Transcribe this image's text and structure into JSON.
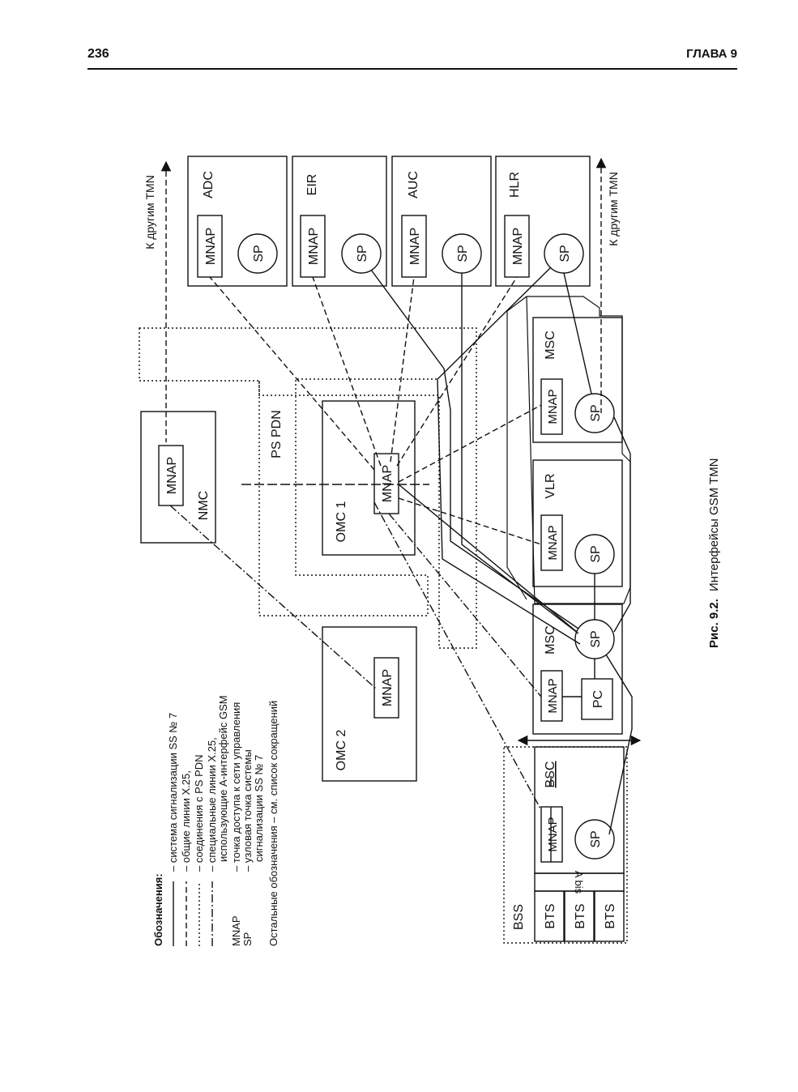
{
  "header": {
    "page_number": "236",
    "chapter": "ГЛАВА 9"
  },
  "figure": {
    "caption_number": "Рис. 9.2.",
    "caption_text": "Интерфейсы GSM TMN",
    "ps_pdn": "PS PDN",
    "tmn_top": "К другим TMN",
    "tmn_bottom": "К другим TMN",
    "nodes": {
      "adc": "ADC",
      "eir": "EIR",
      "auc": "AUC",
      "hlr": "HLR",
      "nmc": "NMC",
      "omc1": "OMC 1",
      "omc2": "OMC 2",
      "msc_a": "MSC",
      "vlr": "VLR",
      "msc_b": "MSC",
      "bss": "BSS",
      "bsc": "BSC",
      "abis": "A bis",
      "bts": "BTS",
      "pc": "PC"
    },
    "mnap": "MNAP",
    "sp": "SP"
  },
  "legend": {
    "title": "Обозначения:",
    "lines": [
      {
        "style": "solid",
        "text": "– система сигнализации SS № 7"
      },
      {
        "style": "dashed",
        "text": "– общие линии X.25,"
      },
      {
        "style": "dotted",
        "text": "– соединения с PS PDN"
      },
      {
        "style": "dashdot",
        "text": "– специальные линии X.25,"
      },
      {
        "style": "none",
        "text": "использующие А-интерфейс GSM"
      }
    ],
    "abbrev": [
      {
        "key": "MNAP",
        "text": "– точка доступа к сети управления"
      },
      {
        "key": "SP",
        "text": "– узловая точка системы"
      },
      {
        "key": "",
        "text": "сигнализации SS № 7"
      }
    ],
    "note": "Остальные обозначения – см. список сокращений"
  }
}
